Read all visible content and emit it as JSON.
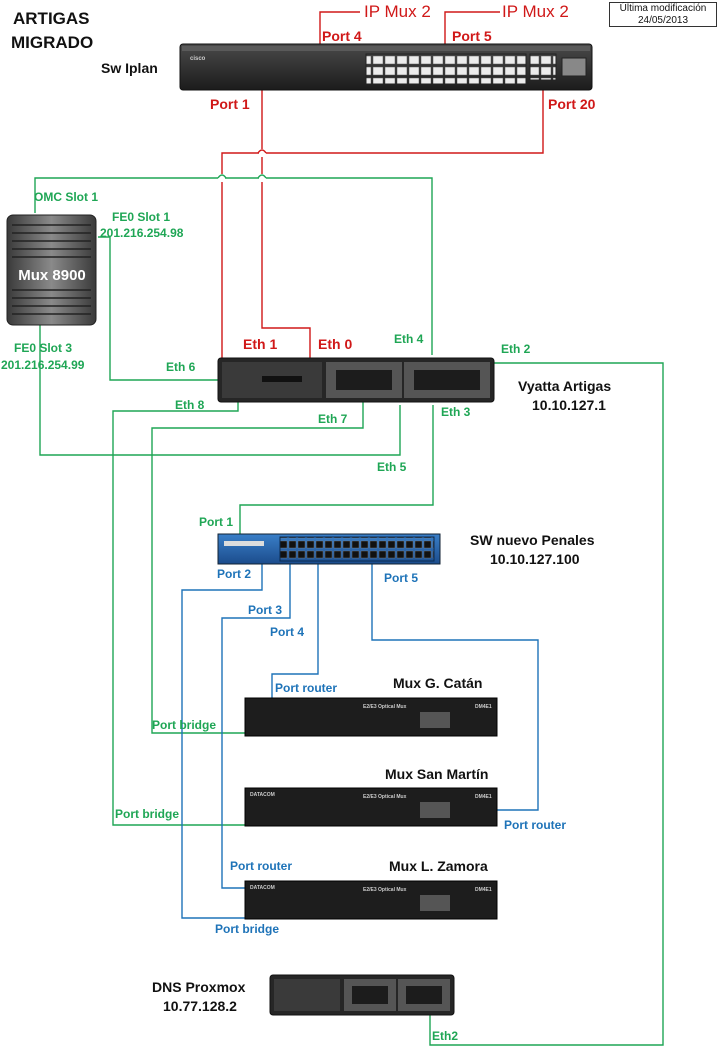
{
  "title": {
    "line1": "ARTIGAS",
    "line2": "MIGRADO"
  },
  "note": {
    "line1": "Última modificación",
    "line2": "24/05/2013"
  },
  "devices": {
    "sw_iplan": "Sw Iplan",
    "mux8900": "Mux 8900",
    "vyatta": {
      "name": "Vyatta Artigas",
      "ip": "10.10.127.1"
    },
    "sw_penales": {
      "name": "SW nuevo Penales",
      "ip": "10.10.127.100"
    },
    "mux_catan": "Mux G. Catán",
    "mux_sanmartin": "Mux San Martín",
    "mux_zamora": "Mux L. Zamora",
    "dns": {
      "name": "DNS Proxmox",
      "ip": "10.77.128.2"
    },
    "datacom": {
      "brand": "DATACOM",
      "model": "E2/E3 Optical Mux",
      "code": "DM4E1"
    }
  },
  "red_labels": {
    "ip_mux_a": "IP Mux 2",
    "ip_mux_b": "IP Mux 2",
    "port4": "Port 4",
    "port5": "Port 5",
    "port1": "Port 1",
    "port20": "Port 20",
    "eth1": "Eth 1",
    "eth0": "Eth 0"
  },
  "green_labels": {
    "omc": "OMC Slot 1",
    "fe0s1": "FE0 Slot 1",
    "fe0s1_ip": "201.216.254.98",
    "fe0s3": "FE0 Slot 3",
    "fe0s3_ip": "201.216.254.99",
    "eth4": "Eth 4",
    "eth2": "Eth 2",
    "eth6": "Eth 6",
    "eth8": "Eth 8",
    "eth7": "Eth 7",
    "eth3": "Eth 3",
    "eth5": "Eth 5",
    "sw_port1": "Port 1",
    "bridge_catan": "Port bridge",
    "bridge_sanmartin": "Port bridge",
    "dns_eth2": "Eth2"
  },
  "blue_labels": {
    "port2": "Port 2",
    "port3": "Port 3",
    "port4": "Port 4",
    "port5": "Port 5",
    "router_catan": "Port router",
    "router_sanmartin": "Port router",
    "router_zamora": "Port router",
    "bridge_zamora": "Port bridge"
  },
  "colors": {
    "red": "#d01818",
    "green": "#1fa655",
    "blue": "#1e73b8"
  }
}
